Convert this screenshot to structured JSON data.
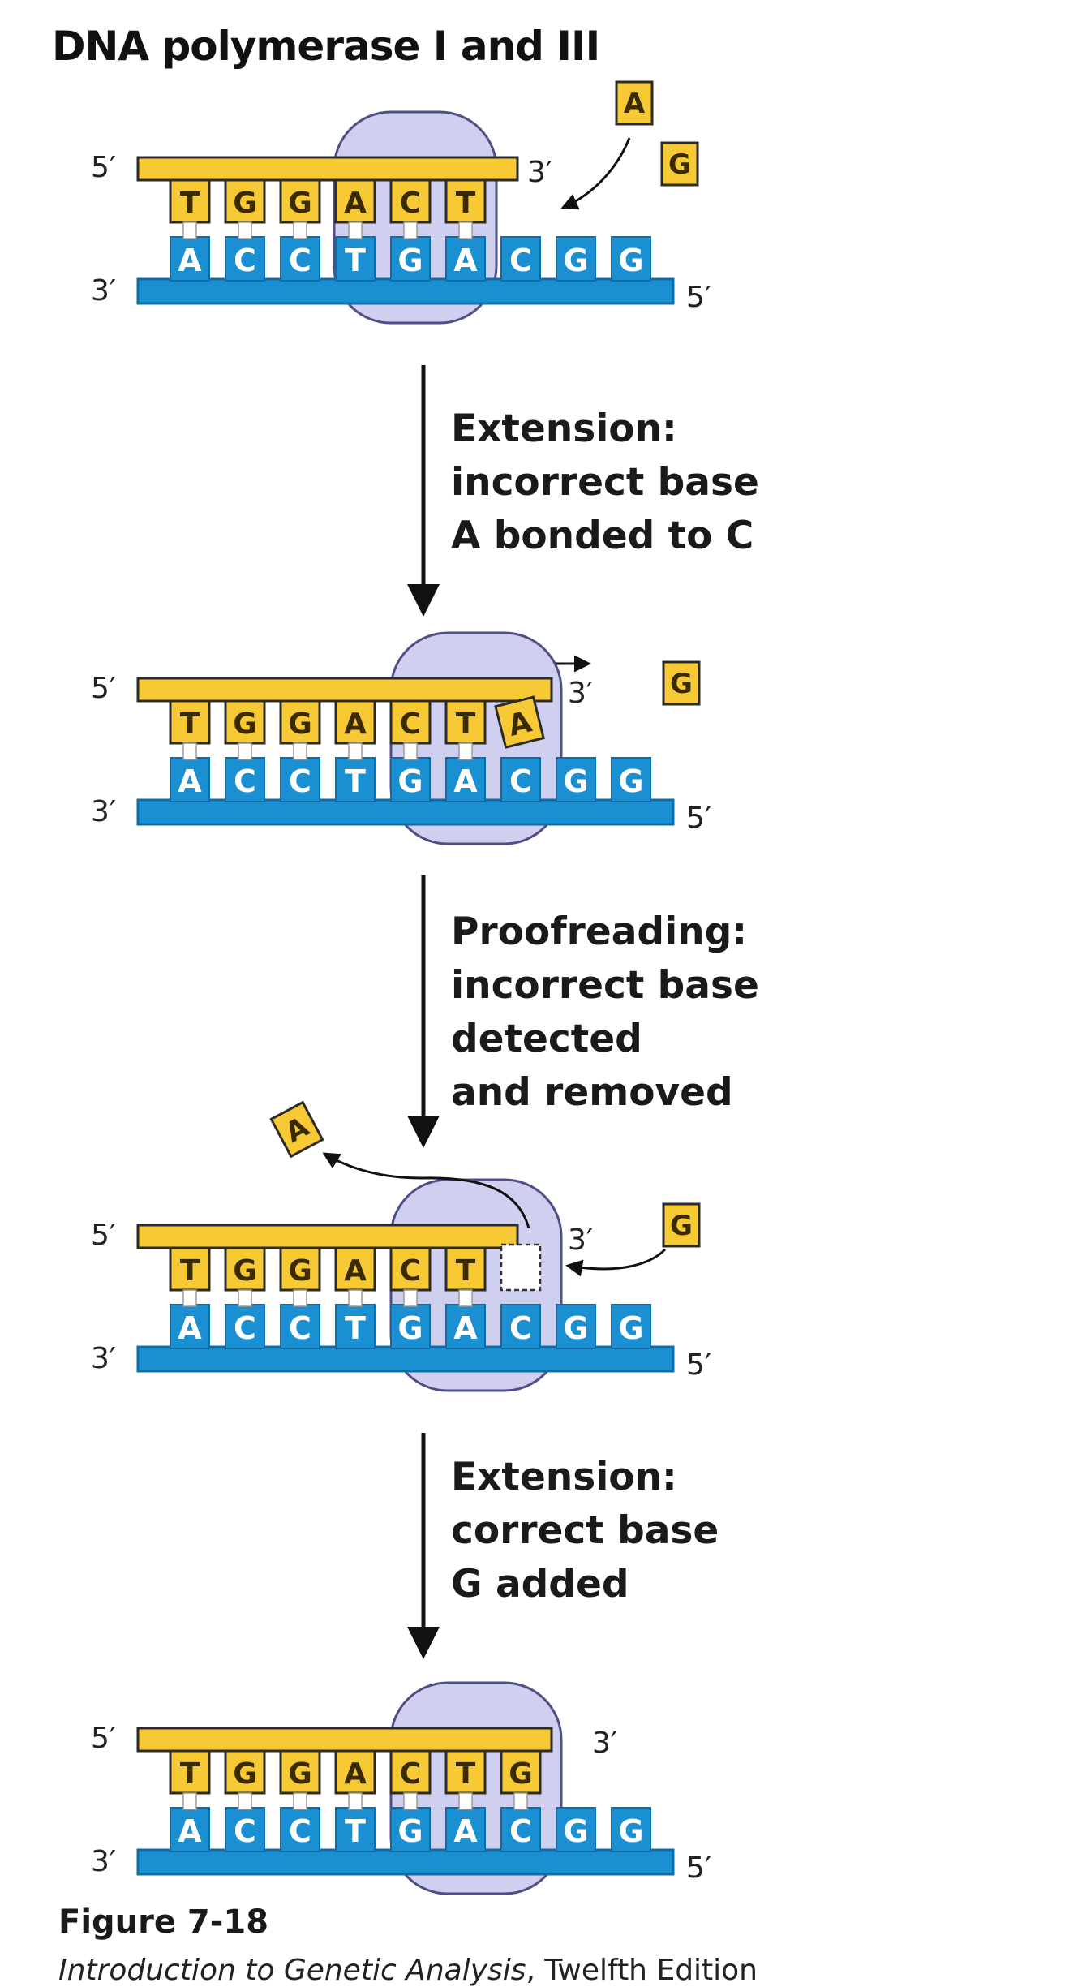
{
  "title": "DNA polymerase I and III",
  "template_bases": [
    "A",
    "C",
    "C",
    "T",
    "G",
    "A",
    "C",
    "G",
    "G"
  ],
  "panels": [
    {
      "new_bases": [
        "T",
        "G",
        "G",
        "A",
        "C",
        "T"
      ]
    },
    {
      "new_bases": [
        "T",
        "G",
        "G",
        "A",
        "C",
        "T",
        "A"
      ]
    },
    {
      "new_bases": [
        "T",
        "G",
        "G",
        "A",
        "C",
        "T"
      ]
    },
    {
      "new_bases": [
        "T",
        "G",
        "G",
        "A",
        "C",
        "T",
        "G"
      ]
    }
  ],
  "end_labels": {
    "five_prime": "5′",
    "three_prime": "3′"
  },
  "free_nucleotides": {
    "panel1_a": "A",
    "panel1_g": "G",
    "panel2_g": "G",
    "panel3_removed_a": "A",
    "panel3_g": "G"
  },
  "steps": [
    {
      "lines": [
        "Extension:",
        "incorrect base",
        "A bonded to C"
      ]
    },
    {
      "lines": [
        "Proofreading:",
        "incorrect base",
        "detected",
        "and removed"
      ]
    },
    {
      "lines": [
        "Extension:",
        "correct base",
        "G added"
      ]
    }
  ],
  "figure": {
    "label": "Figure 7-18",
    "source_italic": "Introduction to Genetic Analysis",
    "source_rest": ", Twelfth Edition"
  },
  "colors": {
    "new_strand": "#f7c935",
    "new_strand_dark": "#d89f0f",
    "template_strand": "#1a8fd2",
    "template_strand_dark": "#0e6ca7",
    "polymerase": "#cfd0ef",
    "polymerase_edge": "#4f4f86",
    "outline": "#2b2b2b"
  }
}
